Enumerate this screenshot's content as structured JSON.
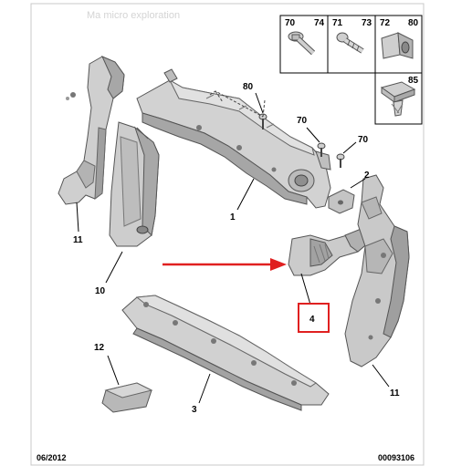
{
  "watermark": "Ma micro exploration",
  "legend_box_top": [
    "70",
    "74",
    "71",
    "73",
    "72",
    "80"
  ],
  "legend_box_bottom": [
    "85"
  ],
  "callouts": {
    "p1": "1",
    "p2": "2",
    "p3": "3",
    "p4": "4",
    "p10": "10",
    "p11_left": "11",
    "p11_right": "11",
    "p12": "12",
    "p70_a": "70",
    "p70_b": "70",
    "p80": "80"
  },
  "footer": {
    "date": "06/2012",
    "ref": "00093106"
  },
  "colors": {
    "highlight_box": "#e02020",
    "arrow": "#e02020",
    "part_fill": "#c9c9c9",
    "part_shade": "#9a9a9a"
  }
}
